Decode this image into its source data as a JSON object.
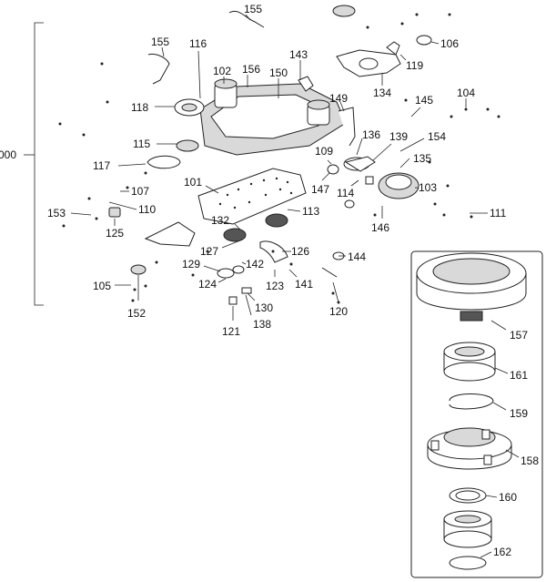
{
  "assembly_label": "000",
  "callouts": [
    "155",
    "155",
    "116",
    "102",
    "156",
    "150",
    "143",
    "106",
    "119",
    "134",
    "118",
    "145",
    "104",
    "149",
    "115",
    "109",
    "136",
    "139",
    "154",
    "135",
    "117",
    "107",
    "101",
    "147",
    "114",
    "103",
    "110",
    "153",
    "132",
    "113",
    "125",
    "146",
    "111",
    "127",
    "126",
    "144",
    "129",
    "142",
    "105",
    "124",
    "123",
    "141",
    "152",
    "130",
    "120",
    "121",
    "138"
  ],
  "inset_callouts": [
    "157",
    "161",
    "159",
    "158",
    "160",
    "162"
  ],
  "colors": {
    "line": "#222222",
    "background": "#ffffff",
    "shade": "#d9d9d9"
  }
}
